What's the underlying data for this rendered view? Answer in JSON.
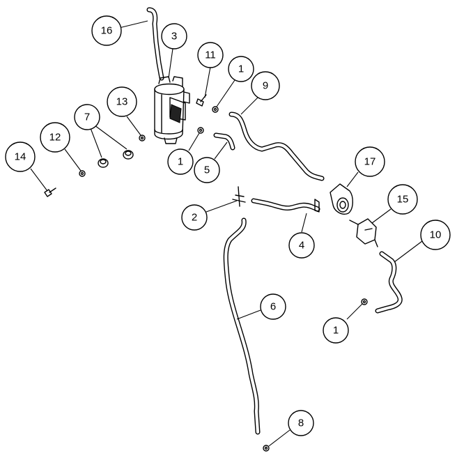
{
  "callouts": [
    {
      "id": "16",
      "label": "16"
    },
    {
      "id": "3",
      "label": "3"
    },
    {
      "id": "11",
      "label": "11"
    },
    {
      "id": "1a",
      "label": "1"
    },
    {
      "id": "9",
      "label": "9"
    },
    {
      "id": "13",
      "label": "13"
    },
    {
      "id": "7",
      "label": "7"
    },
    {
      "id": "12",
      "label": "12"
    },
    {
      "id": "14",
      "label": "14"
    },
    {
      "id": "1b",
      "label": "1"
    },
    {
      "id": "5",
      "label": "5"
    },
    {
      "id": "17",
      "label": "17"
    },
    {
      "id": "2",
      "label": "2"
    },
    {
      "id": "15",
      "label": "15"
    },
    {
      "id": "4",
      "label": "4"
    },
    {
      "id": "10",
      "label": "10"
    },
    {
      "id": "6",
      "label": "6"
    },
    {
      "id": "1c",
      "label": "1"
    },
    {
      "id": "8",
      "label": "8"
    }
  ]
}
